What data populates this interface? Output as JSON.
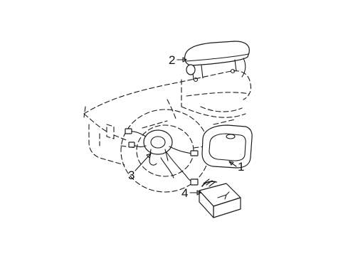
{
  "diagram": {
    "parts": [
      {
        "number": "1"
      },
      {
        "number": "2"
      },
      {
        "number": "3"
      },
      {
        "number": "4"
      }
    ]
  }
}
